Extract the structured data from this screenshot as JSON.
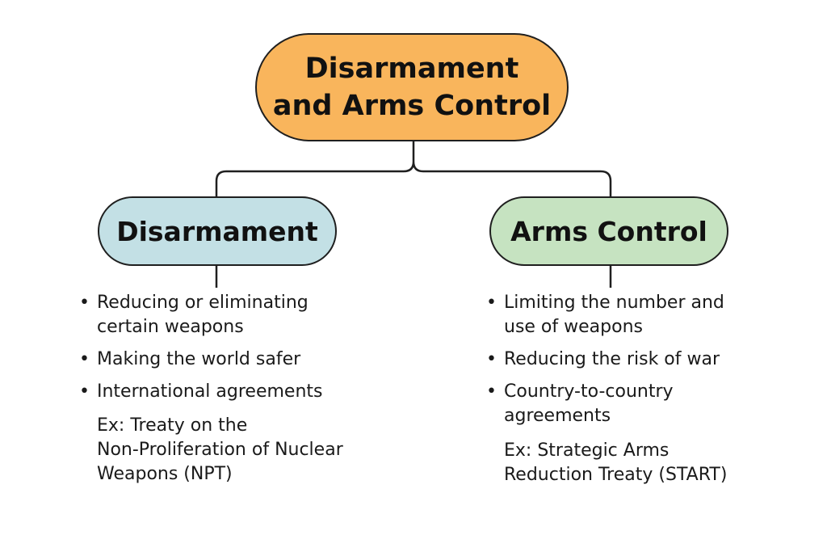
{
  "colors": {
    "root_fill": "#f9b55c",
    "left_fill": "#c3e0e5",
    "right_fill": "#c6e3c1",
    "stroke": "#1f1f1f"
  },
  "root": {
    "lines": [
      "Disarmament",
      "and Arms Control"
    ]
  },
  "left": {
    "title": "Disarmament",
    "bullets": [
      {
        "lines": [
          "Reducing or  eliminating",
          "certain weapons"
        ]
      },
      {
        "lines": [
          "Making the world safer"
        ]
      },
      {
        "lines": [
          "International agreements"
        ]
      }
    ],
    "example_lines": [
      "Ex: Treaty on the",
      "Non-Proliferation of Nuclear",
      "Weapons (NPT)"
    ]
  },
  "right": {
    "title": "Arms Control",
    "bullets": [
      {
        "lines": [
          "Limiting the number and",
          "use of weapons"
        ]
      },
      {
        "lines": [
          "Reducing the risk of war"
        ]
      },
      {
        "lines": [
          "Country-to-country",
          "agreements"
        ]
      }
    ],
    "example_lines": [
      "Ex: Strategic Arms",
      "Reduction Treaty  (START)"
    ]
  },
  "bullet_glyph": "•"
}
